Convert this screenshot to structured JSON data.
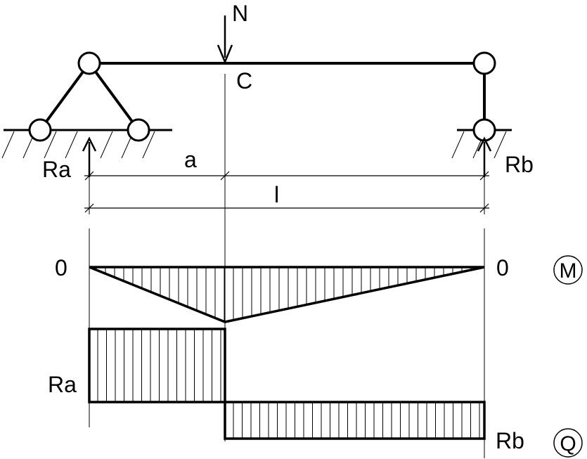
{
  "labels": {
    "force": "N",
    "point_c": "C",
    "reaction_a": "Ra",
    "reaction_b": "Rb",
    "dim_a": "a",
    "dim_l": "l",
    "moment_zero_left": "0",
    "moment_zero_right": "0",
    "moment_diagram": "M",
    "shear_reaction_a": "Ra",
    "shear_reaction_b": "Rb",
    "shear_diagram": "Q"
  }
}
